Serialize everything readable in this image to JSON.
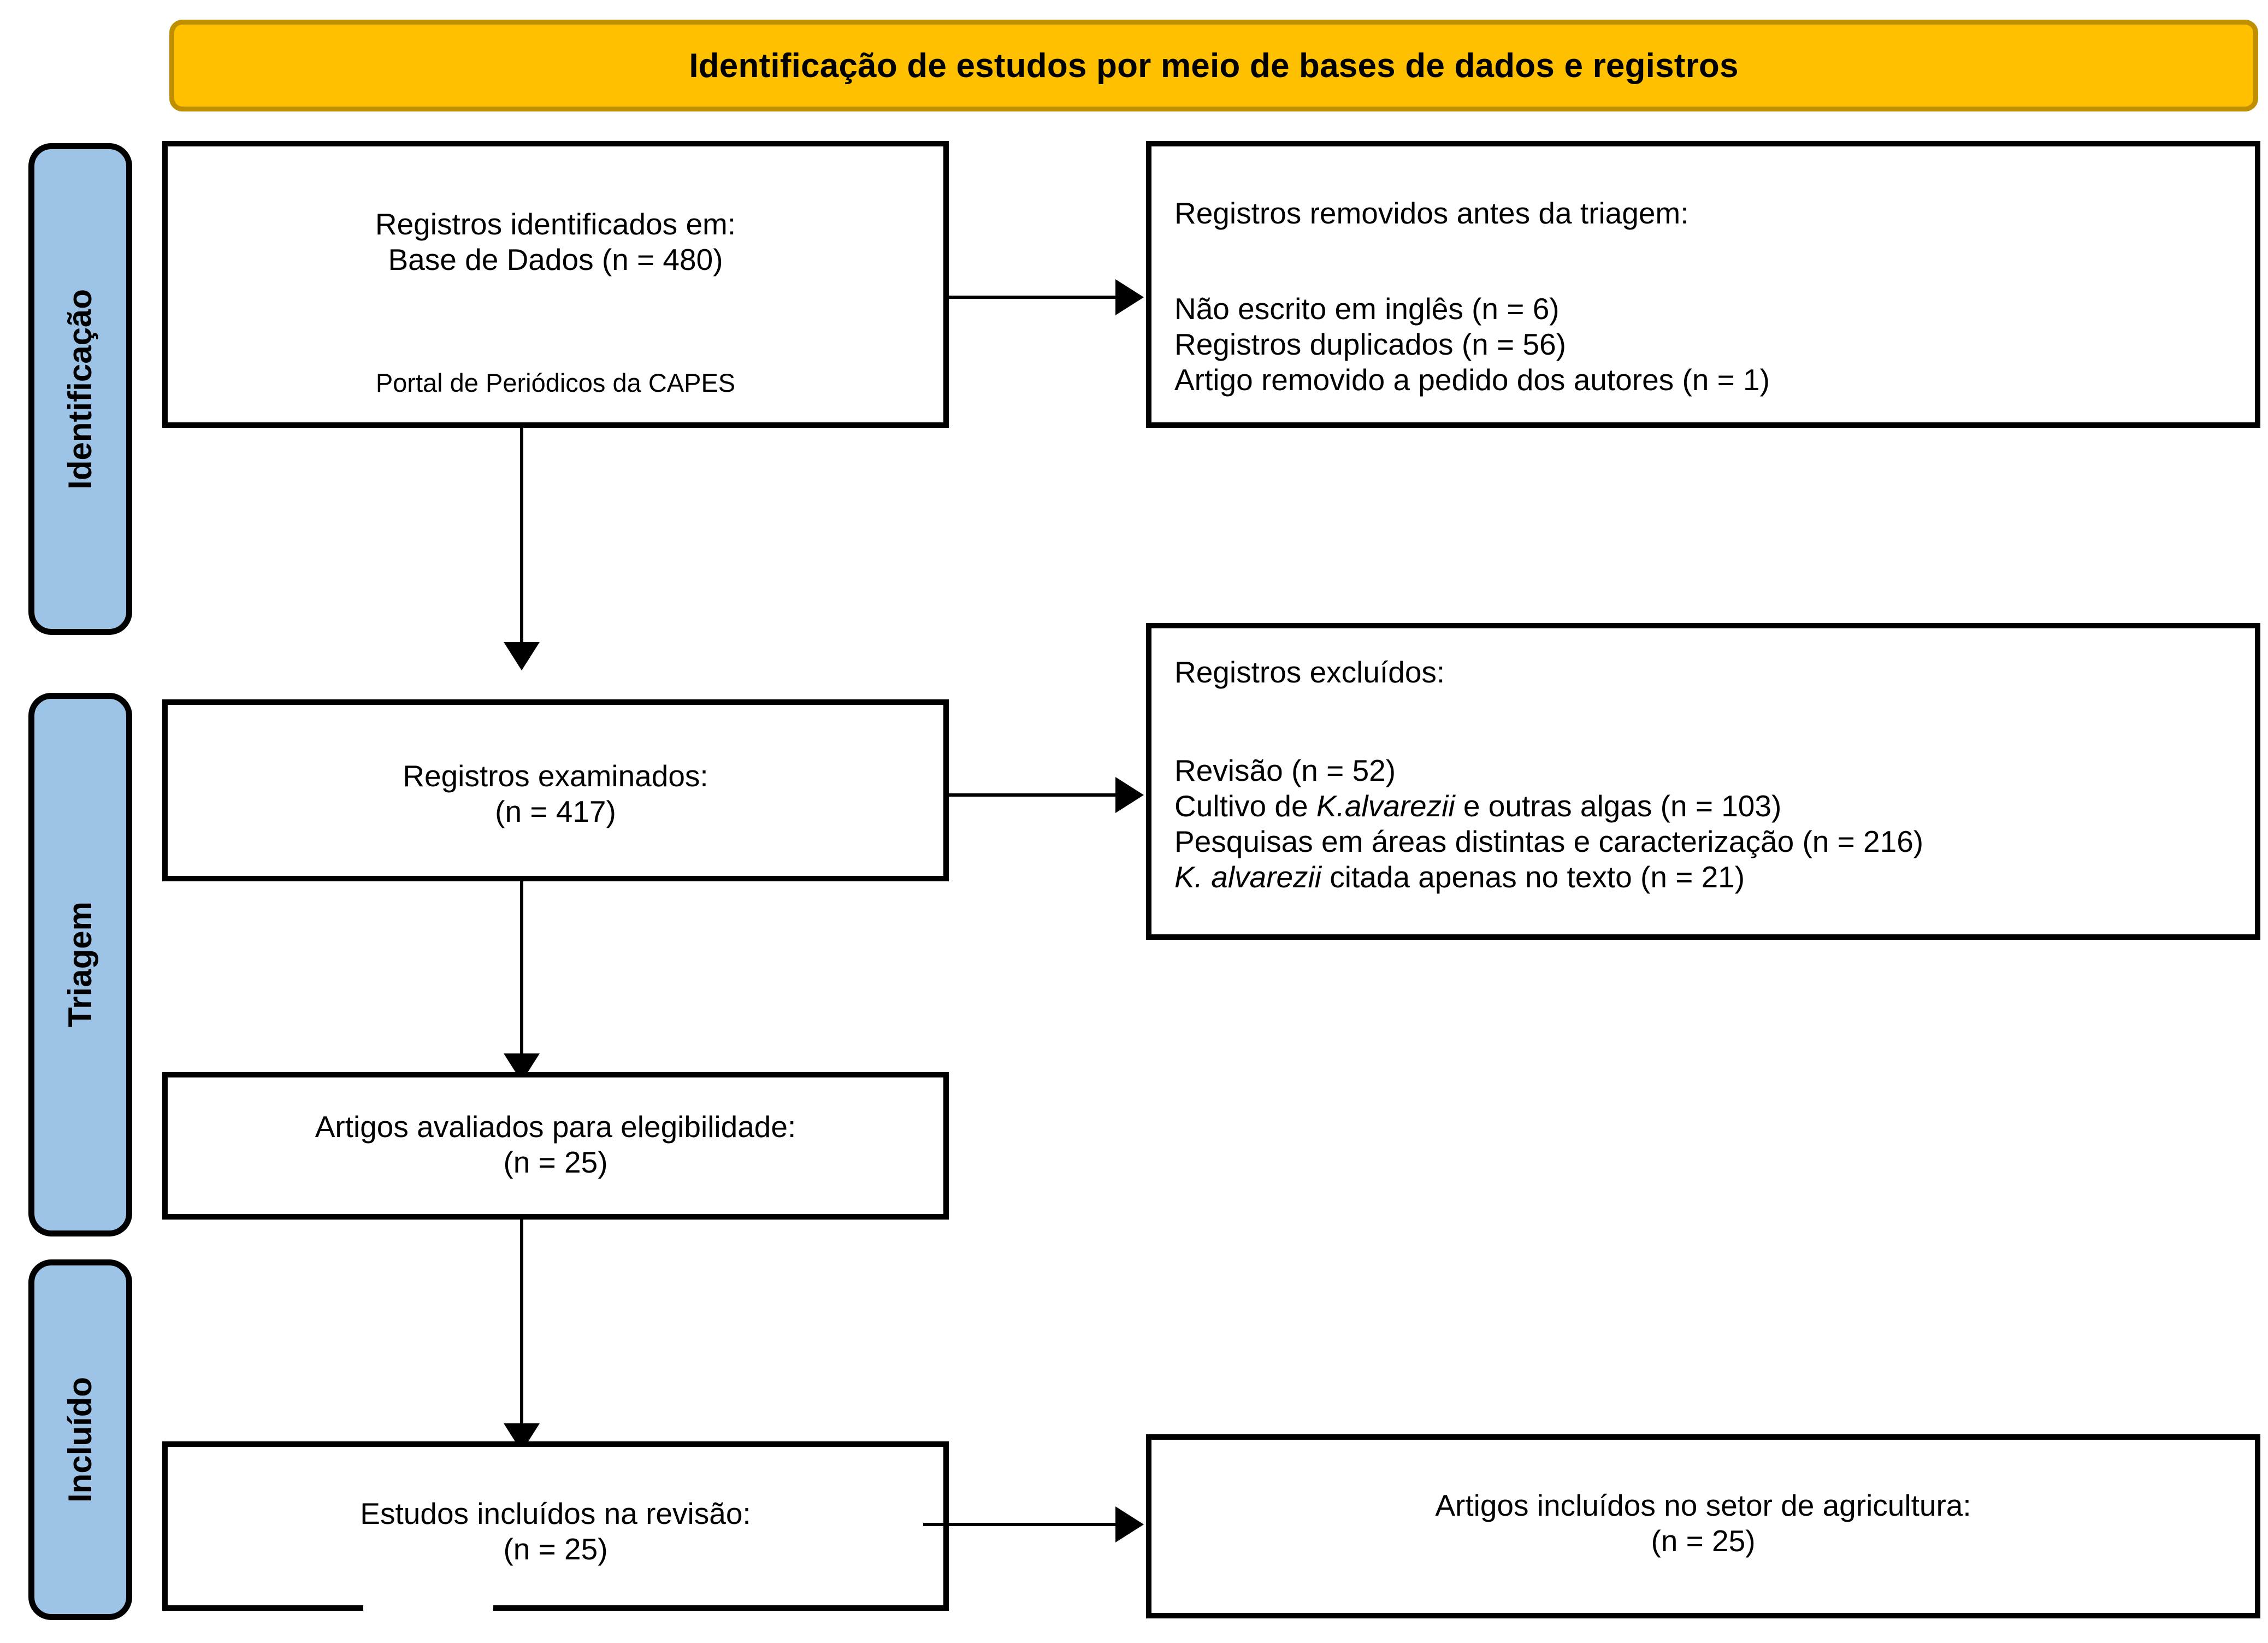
{
  "header": {
    "title": "Identificação de estudos por meio de bases de dados e registros",
    "fill_color": "#FFC000",
    "border_color": "#BF8F00"
  },
  "stages": [
    {
      "id": "identificacao",
      "label": "Identificação",
      "fill_color": "#9DC3E6"
    },
    {
      "id": "triagem",
      "label": "Triagem",
      "fill_color": "#9DC3E6"
    },
    {
      "id": "incluido",
      "label": "Incluído",
      "fill_color": "#9DC3E6"
    }
  ],
  "boxes": {
    "identified": {
      "line1": "Registros identificados em:",
      "line2": "Base de Dados (n = 480)",
      "source": "Portal de Periódicos da CAPES"
    },
    "removed_before_screening": {
      "heading": "Registros removidos antes da triagem:",
      "items": [
        "Não escrito em inglês (n = 6)",
        "Registros duplicados (n = 56)",
        "Artigo removido a pedido dos autores (n = 1)"
      ]
    },
    "screened": {
      "line1": "Registros examinados:",
      "line2": "(n = 417)"
    },
    "excluded": {
      "heading": "Registros excluídos:",
      "items": [
        {
          "text": "Revisão (n = 52)",
          "italic_prefix": "",
          "rest": ""
        },
        {
          "text": "Cultivo de K.alvarezii e outras algas (n = 103)",
          "pre": "Cultivo de ",
          "italic": "K.alvarezii",
          "post": " e outras algas (n = 103)"
        },
        {
          "text": "Pesquisas em áreas distintas e caracterização (n = 216)",
          "pre": "",
          "italic": "",
          "post": ""
        },
        {
          "text": "K. alvarezii citada apenas no texto (n = 21)",
          "pre": "",
          "italic": "K. alvarezii",
          "post": " citada apenas no texto (n = 21)"
        }
      ]
    },
    "eligibility": {
      "line1": "Artigos avaliados para elegibilidade:",
      "line2": "(n = 25)"
    },
    "included_review": {
      "line1": "Estudos incluídos na revisão:",
      "line2": "(n = 25)"
    },
    "included_agriculture": {
      "line1": "Artigos incluídos no setor de agricultura:",
      "line2": "(n = 25)"
    }
  },
  "chart_data": {
    "type": "diagram",
    "title": "Identificação de estudos por meio de bases de dados e registros",
    "diagram_kind": "PRISMA flow diagram",
    "nodes": [
      {
        "id": "identified",
        "stage": "Identificação",
        "label": "Registros identificados em: Base de Dados",
        "n": 480
      },
      {
        "id": "removed",
        "stage": "Identificação",
        "label": "Registros removidos antes da triagem",
        "breakdown": [
          {
            "reason": "Não escrito em inglês",
            "n": 6
          },
          {
            "reason": "Registros duplicados",
            "n": 56
          },
          {
            "reason": "Artigo removido a pedido dos autores",
            "n": 1
          }
        ]
      },
      {
        "id": "screened",
        "stage": "Triagem",
        "label": "Registros examinados",
        "n": 417
      },
      {
        "id": "excluded",
        "stage": "Triagem",
        "label": "Registros excluídos",
        "breakdown": [
          {
            "reason": "Revisão",
            "n": 52
          },
          {
            "reason": "Cultivo de K.alvarezii e outras algas",
            "n": 103
          },
          {
            "reason": "Pesquisas em áreas distintas e caracterização",
            "n": 216
          },
          {
            "reason": "K. alvarezii citada apenas no texto",
            "n": 21
          }
        ]
      },
      {
        "id": "eligibility",
        "stage": "Triagem",
        "label": "Artigos avaliados para elegibilidade",
        "n": 25
      },
      {
        "id": "included",
        "stage": "Incluído",
        "label": "Estudos incluídos na revisão",
        "n": 25
      },
      {
        "id": "agriculture",
        "stage": "Incluído",
        "label": "Artigos incluídos no setor de agricultura",
        "n": 25
      }
    ],
    "edges": [
      {
        "from": "identified",
        "to": "removed",
        "direction": "right"
      },
      {
        "from": "identified",
        "to": "screened",
        "direction": "down"
      },
      {
        "from": "screened",
        "to": "excluded",
        "direction": "right"
      },
      {
        "from": "screened",
        "to": "eligibility",
        "direction": "down"
      },
      {
        "from": "eligibility",
        "to": "included",
        "direction": "down"
      },
      {
        "from": "included",
        "to": "agriculture",
        "direction": "right"
      }
    ]
  }
}
